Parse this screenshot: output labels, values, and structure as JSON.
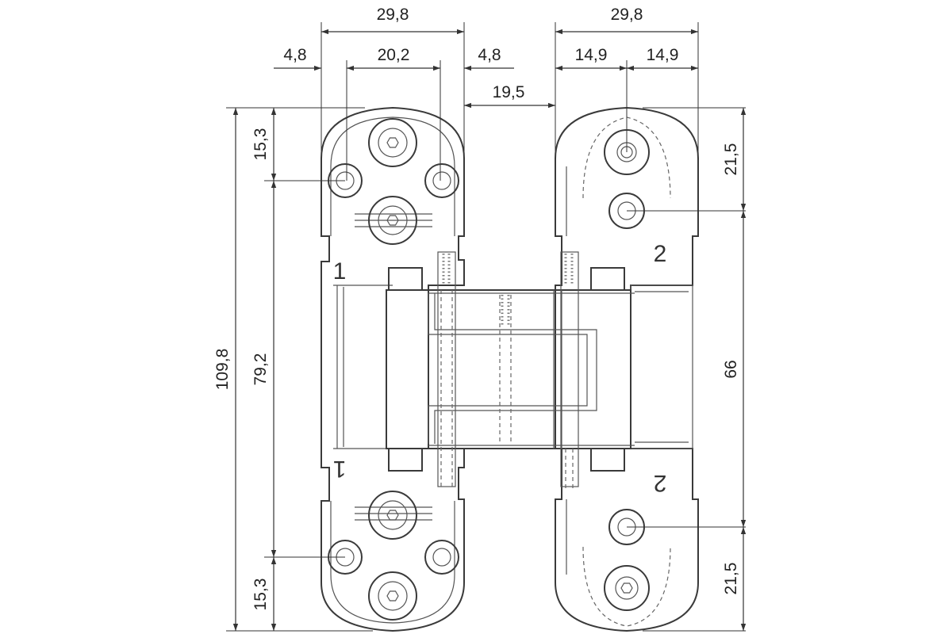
{
  "dimensions": {
    "left_width": "29,8",
    "left_offset_a": "4,8",
    "left_hole_spacing": "20,2",
    "left_offset_b": "4,8",
    "gap": "19,5",
    "right_width": "29,8",
    "right_half_a": "14,9",
    "right_half_b": "14,9",
    "total_height": "109,8",
    "left_hole_vertical": "79,2",
    "left_top_offset": "15,3",
    "left_bottom_offset": "15,3",
    "right_top_offset": "21,5",
    "right_middle": "66",
    "right_bottom_offset": "21,5"
  },
  "marks": {
    "left_top": "1",
    "left_bottom": "1",
    "right_top": "2",
    "right_bottom": "2"
  },
  "colors": {
    "line": "#333333",
    "background": "#ffffff"
  }
}
